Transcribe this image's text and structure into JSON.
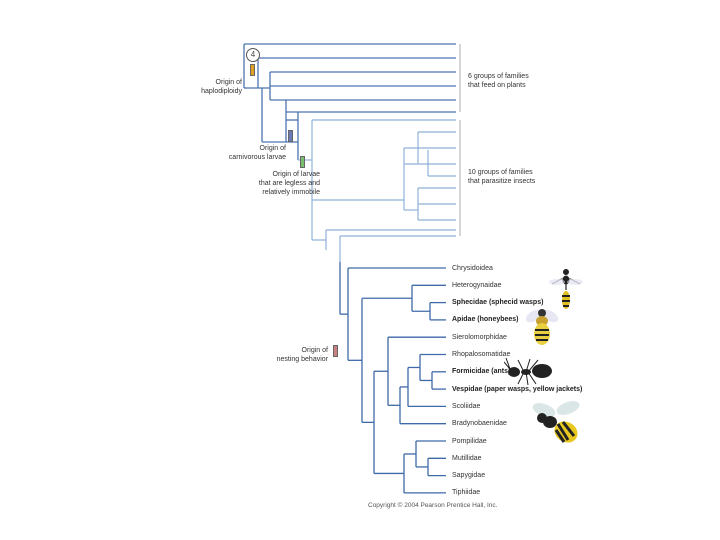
{
  "figure": {
    "step_label": "4",
    "copyright": "Copyright © 2004 Pearson Prentice Hall, Inc."
  },
  "annotations": {
    "haplodiploidy": "Origin of\nhaplodiploidy",
    "carnivorous_larvae": "Origin of\ncarnivorous larvae",
    "legless_larvae": "Origin of larvae\nthat are legless and\nrelatively immobile",
    "nesting_behavior": "Origin of\nnesting behavior"
  },
  "group_labels": {
    "plant_feeders": "6 groups of families\nthat feed on plants",
    "parasitoids": "10 groups of families\nthat parasitize insects"
  },
  "taxa": [
    {
      "name": "Chrysidoidea",
      "bold": false
    },
    {
      "name": "Heterogynaidae",
      "bold": false
    },
    {
      "name": "Sphecidae (sphecid wasps)",
      "bold": true
    },
    {
      "name": "Apidae (honeybees)",
      "bold": true
    },
    {
      "name": "Sierolomorphidae",
      "bold": false
    },
    {
      "name": "Rhopalosomatidae",
      "bold": false
    },
    {
      "name": "Formicidae (ants)",
      "bold": true
    },
    {
      "name": "Vespidae (paper wasps, yellow jackets)",
      "bold": true
    },
    {
      "name": "Scoliidae",
      "bold": false
    },
    {
      "name": "Bradynobaenidae",
      "bold": false
    },
    {
      "name": "Pompilidae",
      "bold": false
    },
    {
      "name": "Mutillidae",
      "bold": false
    },
    {
      "name": "Sapygidae",
      "bold": false
    },
    {
      "name": "Tiphiidae",
      "bold": false
    }
  ],
  "colors": {
    "plant_branch": "#4a74b0",
    "parasitoid_branch": "#8fb0d8",
    "haplodiploidy_mark": "#e0a020",
    "carnivorous_mark": "#6a78b8",
    "legless_mark": "#78c070",
    "nesting_mark": "#c88080"
  },
  "icons": [
    "sphecid-wasp-icon",
    "honeybee-icon",
    "ant-icon",
    "yellowjacket-icon"
  ]
}
